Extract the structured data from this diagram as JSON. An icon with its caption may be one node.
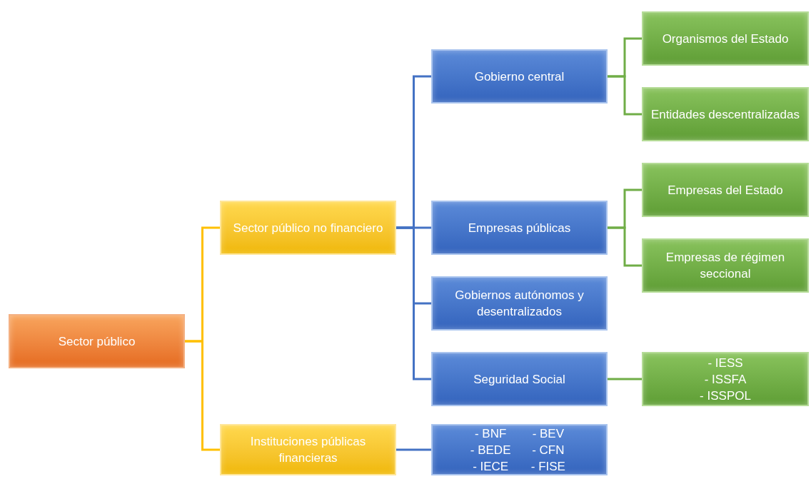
{
  "diagram": {
    "nodes": [
      {
        "text": [
          "Sector público"
        ]
      },
      {
        "text": [
          "Sector público no financiero"
        ]
      },
      {
        "text": [
          "Instituciones públicas financieras"
        ]
      },
      {
        "text": [
          "Gobierno central"
        ]
      },
      {
        "text": [
          "Empresas públicas"
        ]
      },
      {
        "text": [
          "Gobiernos autónomos y desentralizados"
        ]
      },
      {
        "text": [
          "Seguridad Social"
        ]
      },
      {
        "text": [
          "- BNF",
          "- BEV",
          "- BEDE",
          "- CFN",
          "- IECE",
          "- FISE"
        ]
      },
      {
        "text": [
          "Organismos del Estado"
        ]
      },
      {
        "text": [
          "Entidades descentralizadas"
        ]
      },
      {
        "text": [
          "Empresas del Estado"
        ]
      },
      {
        "text": [
          "Empresas de régimen seccional"
        ]
      },
      {
        "text": [
          "- IESS",
          "- ISSFA",
          "- ISSPOL"
        ]
      }
    ],
    "edges": [
      {
        "from": 0,
        "to": 1,
        "arrow": "none",
        "color": "#ffc000"
      },
      {
        "from": 0,
        "to": 2,
        "arrow": "none",
        "color": "#ffc000"
      },
      {
        "from": 1,
        "to": 3,
        "arrow": "none",
        "color": "#4472c4"
      },
      {
        "from": 1,
        "to": 4,
        "arrow": "none",
        "color": "#4472c4"
      },
      {
        "from": 1,
        "to": 5,
        "arrow": "none",
        "color": "#4472c4"
      },
      {
        "from": 1,
        "to": 6,
        "arrow": "none",
        "color": "#4472c4"
      },
      {
        "from": 2,
        "to": 7,
        "arrow": "none",
        "color": "#4472c4"
      },
      {
        "from": 3,
        "to": 8,
        "arrow": "none",
        "color": "#70ad47"
      },
      {
        "from": 3,
        "to": 9,
        "arrow": "none",
        "color": "#70ad47"
      },
      {
        "from": 4,
        "to": 10,
        "arrow": "none",
        "color": "#70ad47"
      },
      {
        "from": 4,
        "to": 11,
        "arrow": "none",
        "color": "#70ad47"
      },
      {
        "from": 6,
        "to": 12,
        "arrow": "none",
        "color": "#70ad47"
      }
    ]
  }
}
